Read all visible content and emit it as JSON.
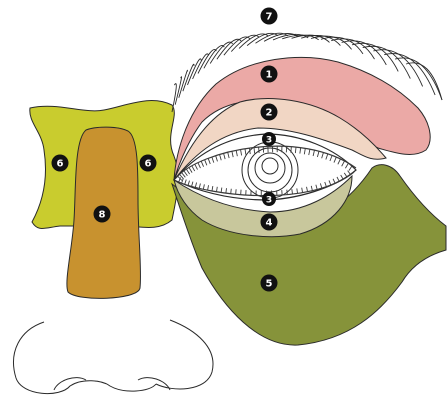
{
  "colors": {
    "zone_1": "#EBA9A6",
    "zone_2": "#F1D6C4",
    "zone_3_lash_line": "#3a3a3a",
    "zone_4": "#C8C79C",
    "zone_5": "#86933A",
    "zone_6": "#C9CC2E",
    "zone_8": "#C8922F",
    "outline": "#2a2a2a",
    "label_fill": "#111111",
    "label_text": "#ffffff"
  },
  "labels": {
    "zone_1": "1",
    "zone_2": "2",
    "zone_3_upper": "3",
    "zone_3_lower": "3",
    "zone_4": "4",
    "zone_5": "5",
    "zone_6_left": "6",
    "zone_6_right": "6",
    "zone_7": "7",
    "zone_8": "8"
  }
}
